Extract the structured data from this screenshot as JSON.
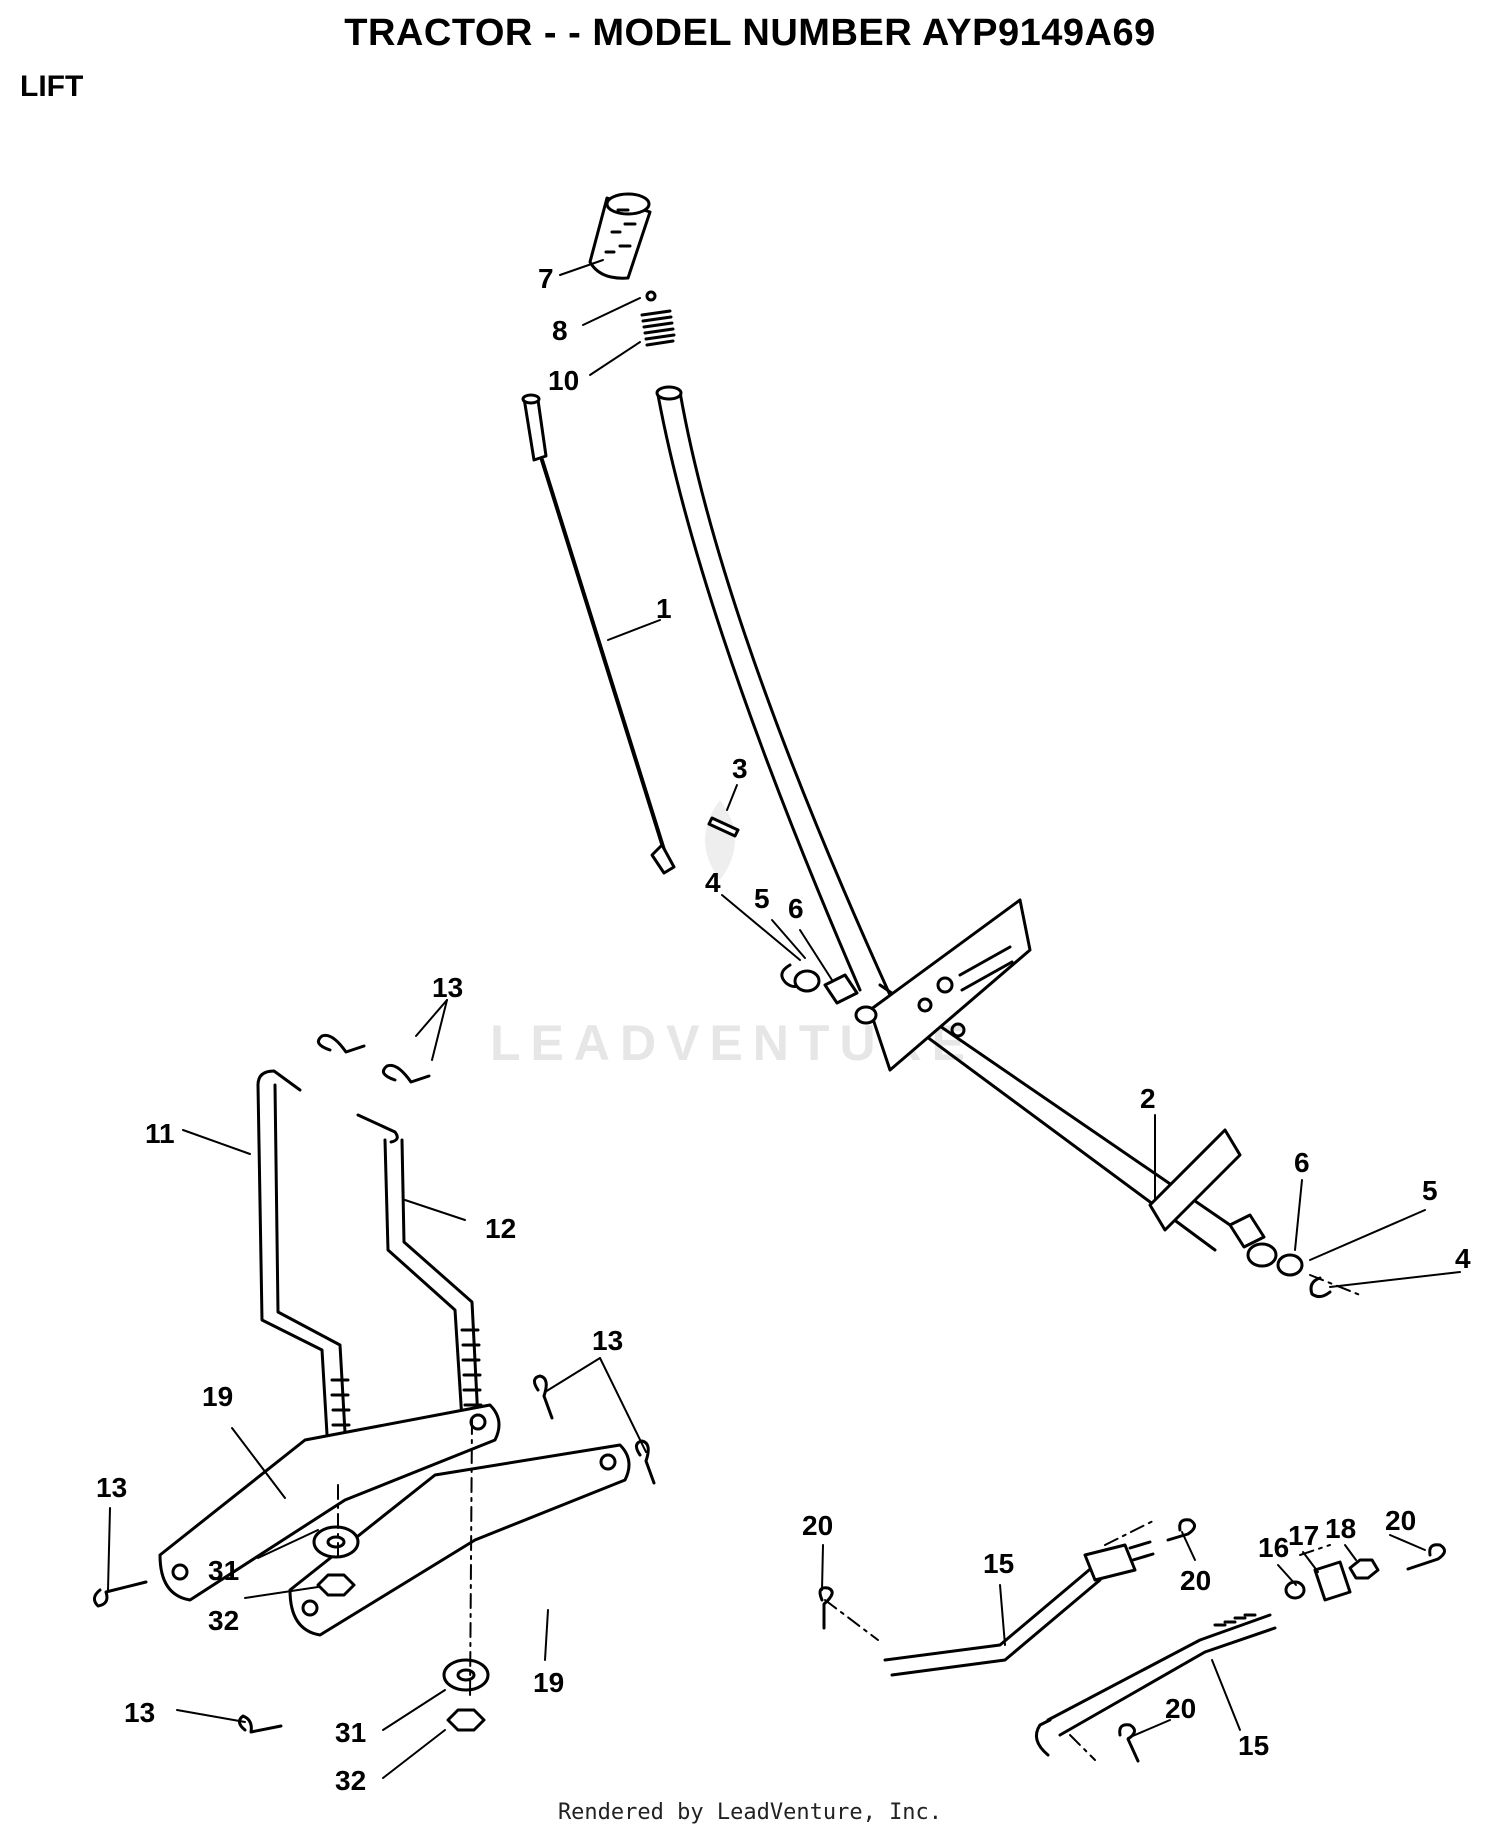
{
  "title": "TRACTOR - - MODEL NUMBER AYP9149A69",
  "section": "LIFT",
  "watermark": "LEADVENTURE",
  "footer": "Rendered by LeadVenture, Inc.",
  "callouts": {
    "c7": "7",
    "c8": "8",
    "c10": "10",
    "c1": "1",
    "c3": "3",
    "c4a": "4",
    "c5a": "5",
    "c6a": "6",
    "c13a": "13",
    "c11": "11",
    "c12": "12",
    "c2": "2",
    "c6b": "6",
    "c5b": "5",
    "c4b": "4",
    "c13b": "13",
    "c19a": "19",
    "c13c": "13",
    "c31a": "31",
    "c32a": "32",
    "c19b": "19",
    "c13d": "13",
    "c31b": "31",
    "c32b": "32",
    "c20a": "20",
    "c15a": "15",
    "c20b": "20",
    "c16": "16",
    "c17": "17",
    "c18": "18",
    "c20c": "20",
    "c20d": "20",
    "c15b": "15"
  }
}
